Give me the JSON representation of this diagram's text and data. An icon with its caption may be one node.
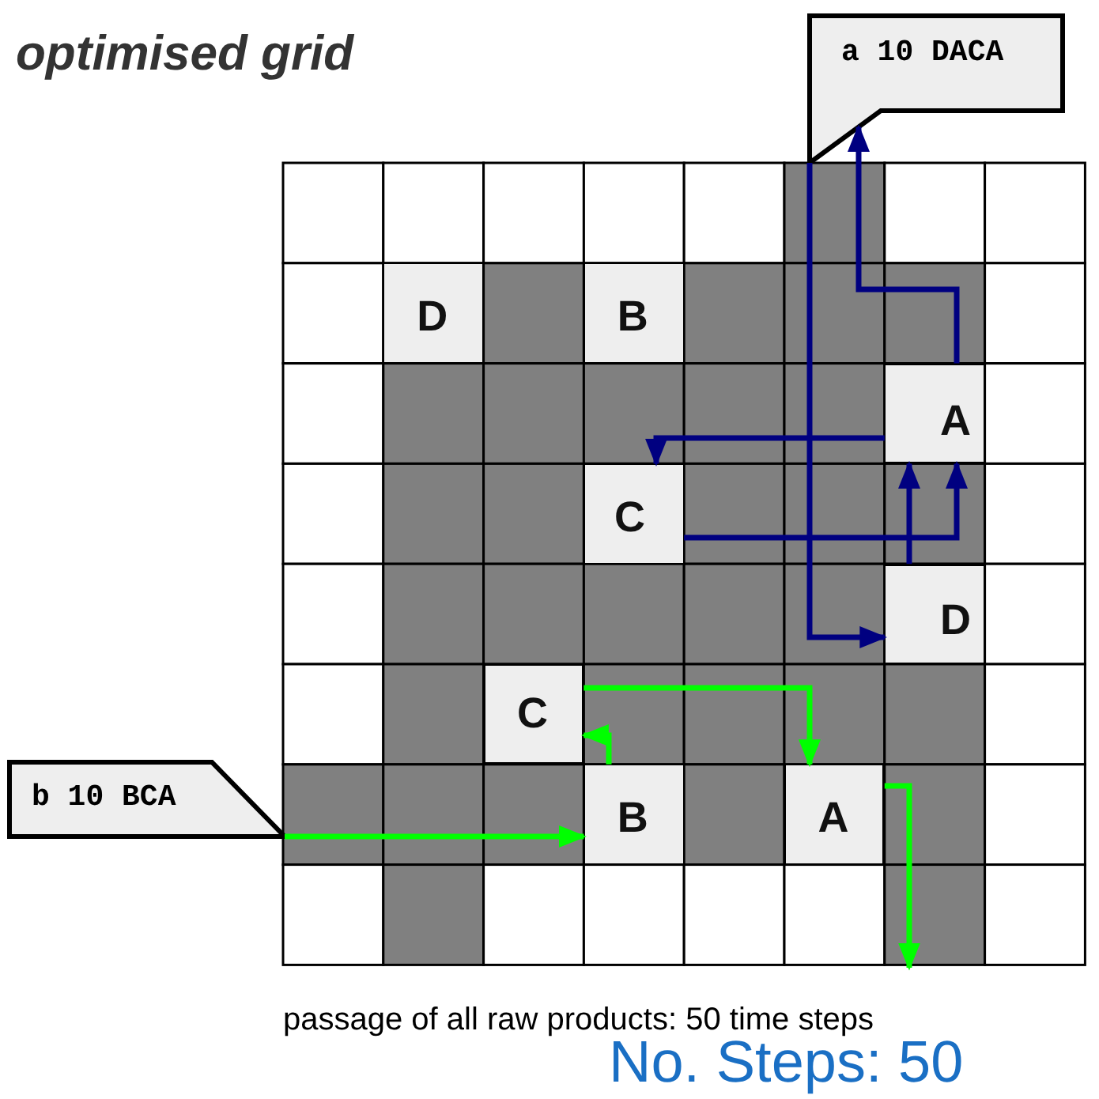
{
  "diagram": {
    "title": "optimised grid",
    "nodes": [
      {
        "text": [
          "a 10 DACA"
        ]
      },
      {
        "text": [
          "D"
        ]
      },
      {
        "text": [
          "B"
        ]
      },
      {
        "text": [
          "A"
        ]
      },
      {
        "text": [
          "C"
        ]
      },
      {
        "text": [
          "D"
        ]
      },
      {
        "text": [
          "C"
        ]
      },
      {
        "text": [
          "b 10 BCA"
        ]
      },
      {
        "text": [
          "B"
        ]
      },
      {
        "text": [
          "A"
        ]
      }
    ],
    "edges": [
      {
        "from": 0,
        "to": 5,
        "arrow": "to"
      },
      {
        "from": 5,
        "to": 3,
        "arrow": "to"
      },
      {
        "from": 3,
        "to": 4,
        "arrow": "to"
      },
      {
        "from": 4,
        "to": 3,
        "arrow": "to"
      },
      {
        "from": 3,
        "to": 0,
        "arrow": "to"
      },
      {
        "from": 7,
        "to": 8,
        "arrow": "to",
        "color": "#00ff00"
      },
      {
        "from": 8,
        "to": 6,
        "arrow": "to",
        "color": "#00ff00"
      },
      {
        "from": 6,
        "to": 9,
        "arrow": "to",
        "color": "#00ff00"
      },
      {
        "from": 9,
        "to": null,
        "arrow": "to",
        "color": "#00ff00"
      }
    ],
    "labels": [
      "passage of all raw products: 50 time steps",
      "No. Steps: 50"
    ]
  }
}
